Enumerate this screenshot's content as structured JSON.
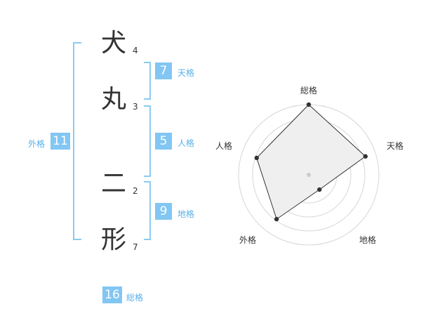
{
  "name_chars": [
    {
      "char": "犬",
      "strokes": "4"
    },
    {
      "char": "丸",
      "strokes": "3"
    },
    {
      "char": "二",
      "strokes": "2"
    },
    {
      "char": "形",
      "strokes": "7"
    }
  ],
  "fortunes": {
    "tenkaku": {
      "value": "7",
      "label": "天格"
    },
    "jinkaku": {
      "value": "5",
      "label": "人格"
    },
    "chikaku": {
      "value": "9",
      "label": "地格"
    },
    "gaikaku": {
      "value": "11",
      "label": "外格"
    },
    "soukaku": {
      "value": "16",
      "label": "総格"
    }
  },
  "colors": {
    "bracket": "#8ccbf0",
    "badge": "#82c6f3",
    "label": "#58b1ea"
  },
  "chart_data": {
    "type": "radar",
    "axes": [
      "総格",
      "天格",
      "地格",
      "外格",
      "人格"
    ],
    "values": [
      1.0,
      0.85,
      0.26,
      0.78,
      0.78
    ],
    "max": 1.0,
    "rings": 5,
    "grid": true
  }
}
